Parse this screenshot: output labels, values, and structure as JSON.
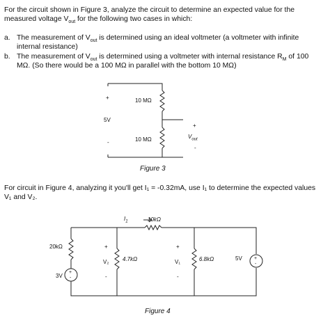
{
  "problem": {
    "intro_line1": "For the circuit shown in Figure 3, analyze the circuit to determine an expected value for the",
    "intro_line2_a": "measured voltage V",
    "intro_line2_sub": "out",
    "intro_line2_b": " for the following two cases in which:",
    "a_marker": "a.",
    "a_line1_a": "The measurement of V",
    "a_line1_sub": "out",
    "a_line1_b": " is determined using an ideal voltmeter (a voltmeter with infinite",
    "a_line2": "internal resistance)",
    "b_marker": "b.",
    "b_line1_a": "The measurement of V",
    "b_line1_sub": "out",
    "b_line1_b": " is determined using a voltmeter with internal resistance R",
    "b_line1_sub2": "M",
    "b_line1_c": " of 100",
    "b_line2": "MΩ.  (So there would be a 100 MΩ in parallel with the bottom 10 MΩ)",
    "fig4_line1": "For circuit in Figure 4, analyzing it you'll get I₁ = -0.32mA, use I₁ to determine the expected values",
    "fig4_line2": "V₁ and V₂."
  },
  "figure3": {
    "caption": "Figure 3",
    "source_label": "5V",
    "plus": "+",
    "minus": "-",
    "r_top": "10 MΩ",
    "r_bottom": "10 MΩ",
    "vout_plus": "+",
    "vout_label": "V",
    "vout_sub": "out",
    "vout_minus": "-"
  },
  "figure4": {
    "caption": "Figure 4",
    "current_label": "I",
    "current_sub": "1",
    "r_top": "10kΩ",
    "r_left": "20kΩ",
    "v_source_left": "3V",
    "r_middle": "4.7kΩ",
    "v2_label": "V₂",
    "v1_label": "V₁",
    "r_right": "6.8kΩ",
    "v_source_right": "5V",
    "plus": "+",
    "minus": "-"
  }
}
